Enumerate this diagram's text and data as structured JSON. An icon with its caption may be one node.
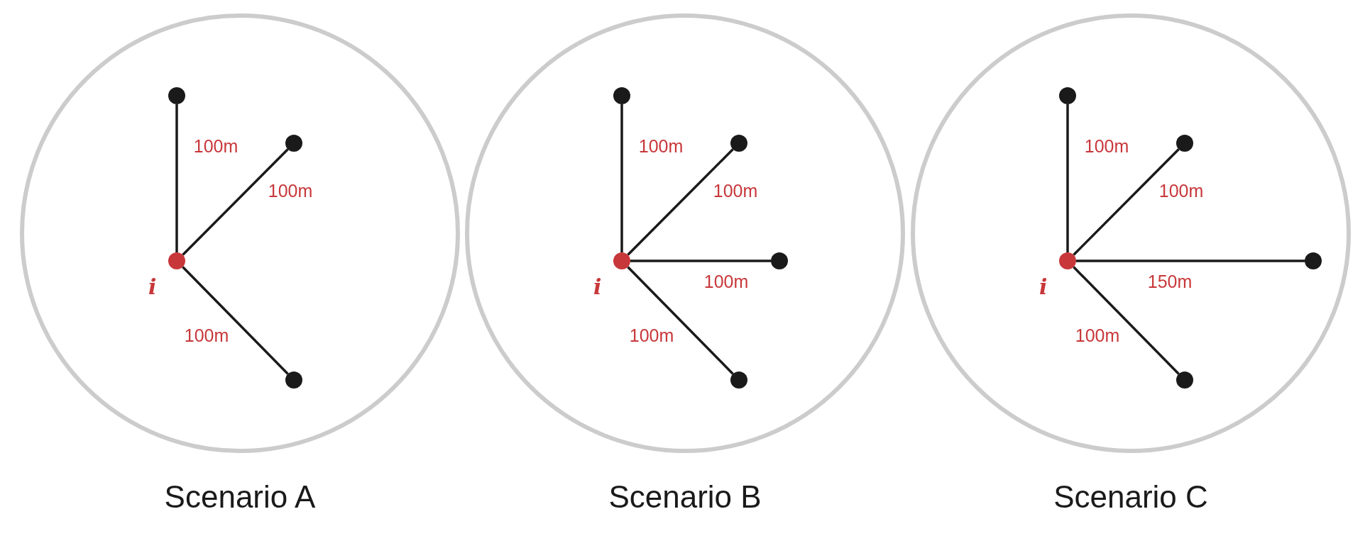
{
  "diagram": {
    "nodes": [
      {
        "text": [
          "Scenario A"
        ]
      },
      {
        "text": [],
        "shape": "circle",
        "in": 0,
        "beside": [
          "i"
        ]
      },
      {
        "text": [],
        "shape": "circle",
        "in": 0
      },
      {
        "text": [],
        "shape": "circle",
        "in": 0
      },
      {
        "text": [],
        "shape": "circle",
        "in": 0
      },
      {
        "text": [
          "Scenario B"
        ]
      },
      {
        "text": [],
        "shape": "circle",
        "in": 5,
        "beside": [
          "i"
        ]
      },
      {
        "text": [],
        "shape": "circle",
        "in": 5
      },
      {
        "text": [],
        "shape": "circle",
        "in": 5
      },
      {
        "text": [],
        "shape": "circle",
        "in": 5
      },
      {
        "text": [],
        "shape": "circle",
        "in": 5
      },
      {
        "text": [
          "Scenario C"
        ]
      },
      {
        "text": [],
        "shape": "circle",
        "in": 11,
        "beside": [
          "i"
        ]
      },
      {
        "text": [],
        "shape": "circle",
        "in": 11
      },
      {
        "text": [],
        "shape": "circle",
        "in": 11
      },
      {
        "text": [],
        "shape": "circle",
        "in": 11
      },
      {
        "text": [],
        "shape": "circle",
        "in": 11
      }
    ],
    "edges": [
      {
        "from": 1,
        "to": 2,
        "arrow": "none",
        "label": "100m"
      },
      {
        "from": 1,
        "to": 3,
        "arrow": "none",
        "label": "100m"
      },
      {
        "from": 1,
        "to": 4,
        "arrow": "none",
        "label": "100m"
      },
      {
        "from": 6,
        "to": 7,
        "arrow": "none",
        "label": "100m"
      },
      {
        "from": 6,
        "to": 8,
        "arrow": "none",
        "label": "100m"
      },
      {
        "from": 6,
        "to": 9,
        "arrow": "none",
        "label": "100m"
      },
      {
        "from": 6,
        "to": 10,
        "arrow": "none",
        "label": "100m"
      },
      {
        "from": 12,
        "to": 13,
        "arrow": "none",
        "label": "100m"
      },
      {
        "from": 12,
        "to": 14,
        "arrow": "none",
        "label": "100m"
      },
      {
        "from": 12,
        "to": 15,
        "arrow": "none",
        "label": "150m"
      },
      {
        "from": 12,
        "to": 16,
        "arrow": "none",
        "label": "100m"
      }
    ]
  }
}
